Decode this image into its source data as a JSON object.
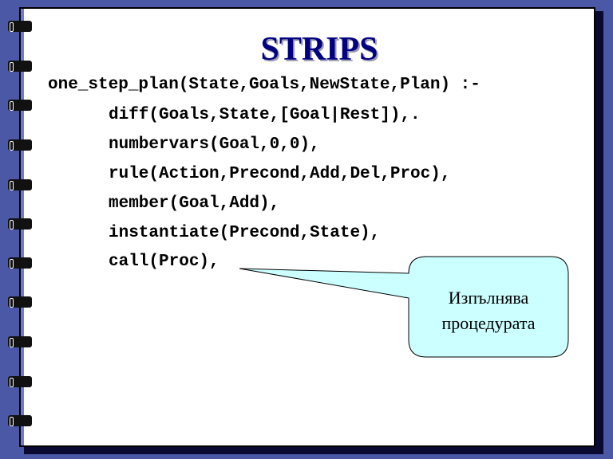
{
  "slide": {
    "title": "STRIPS",
    "code_lines": [
      "one_step_plan(State,Goals,NewState,Plan) :-",
      "diff(Goals,State,[Goal|Rest]),.",
      "numbervars(Goal,0,0),",
      "rule(Action,Precond,Add,Del,Proc),",
      "member(Goal,Add),",
      "instantiate(Precond,State),",
      "call(Proc),"
    ],
    "callout": {
      "line1": "Изпълнява",
      "line2": "процедурата",
      "fill_color": "#ccffff"
    },
    "colors": {
      "background": "#4a58a6",
      "title": "#000080"
    }
  }
}
